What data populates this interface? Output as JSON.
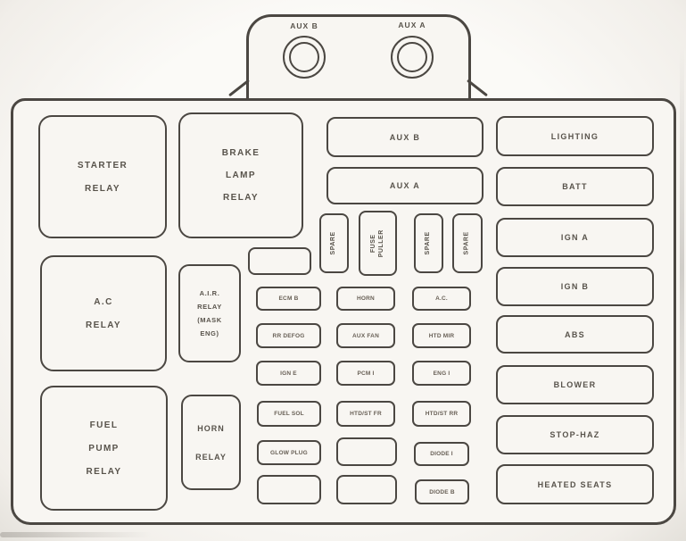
{
  "studs": {
    "left": "AUX B",
    "right": "AUX A"
  },
  "relays": {
    "starter": [
      "STARTER",
      "RELAY"
    ],
    "ac": [
      "A.C",
      "RELAY"
    ],
    "fuel_pump": [
      "FUEL",
      "PUMP",
      "RELAY"
    ],
    "brake_lamp": [
      "BRAKE",
      "LAMP",
      "RELAY"
    ],
    "air": [
      "A.I.R.",
      "RELAY",
      "(MASK",
      "ENG)"
    ],
    "horn": [
      "HORN",
      "RELAY"
    ]
  },
  "aux_fuses": [
    "AUX B",
    "AUX A"
  ],
  "vertical_fuses": [
    "SPARE",
    "FUSE PULLER",
    "SPARE",
    "SPARE"
  ],
  "mini_fuse_grid": [
    [
      "ECM B",
      "HORN",
      "A.C."
    ],
    [
      "RR DEFOG",
      "AUX FAN",
      "HTD MIR"
    ],
    [
      "IGN E",
      "PCM I",
      "ENG I"
    ],
    [
      "FUEL SOL",
      "HTD/ST FR",
      "HTD/ST RR"
    ],
    [
      "GLOW PLUG",
      "",
      "DIODE I"
    ],
    [
      "",
      "",
      "DIODE B"
    ]
  ],
  "maxi_fuses": [
    "LIGHTING",
    "BATT",
    "IGN A",
    "IGN B",
    "ABS",
    "BLOWER",
    "STOP-HAZ",
    "HEATED SEATS"
  ],
  "colors": {
    "outline": "#4b4742",
    "text": "#58534b",
    "paper": "#f8f6f2"
  }
}
